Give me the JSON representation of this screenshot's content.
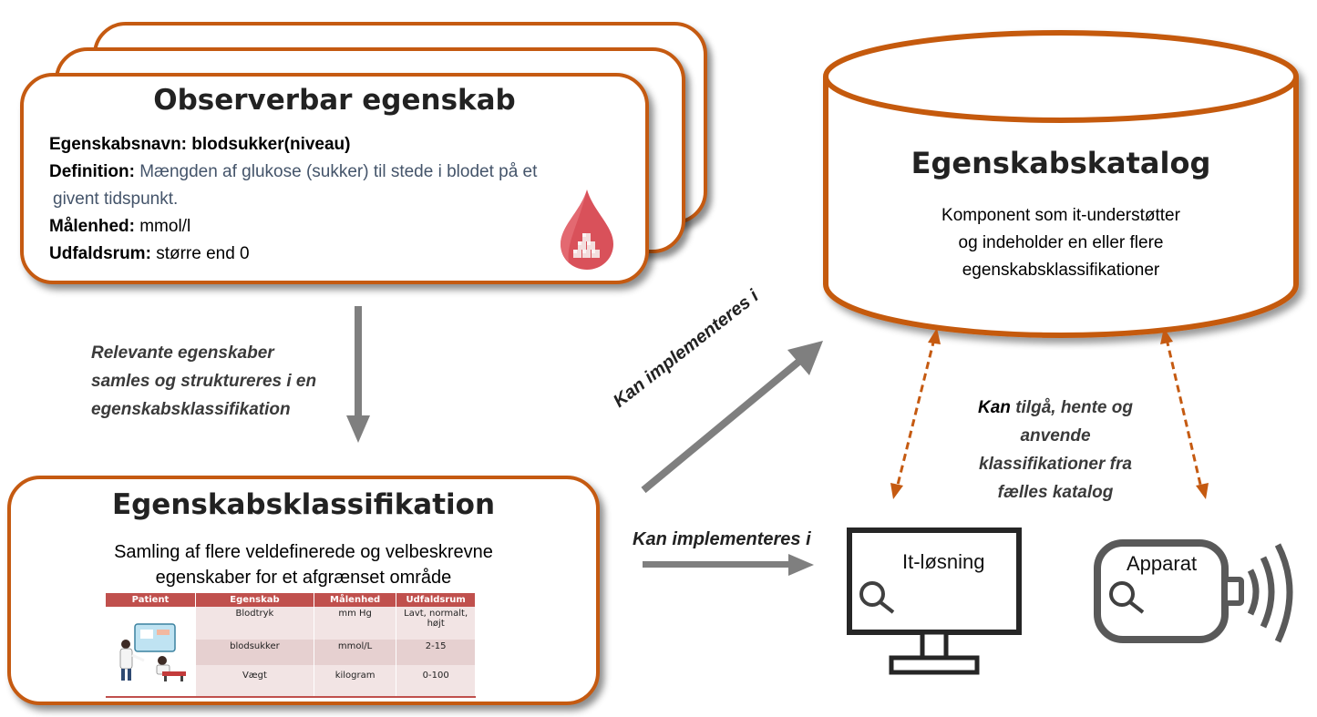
{
  "observable": {
    "title": "Observerbar egenskab",
    "name_label": "Egenskabsnavn: blodsukker(niveau)",
    "definition_label": "Definition:",
    "definition_text_1": "Mængden af glukose (sukker) til stede i blodet på et",
    "definition_text_2": "givent tidspunkt.",
    "unit_label": "Målenhed:",
    "unit_value": "mmol/l",
    "range_label": "Udfaldsrum:",
    "range_value": "større end 0"
  },
  "arrow_down_note": {
    "line1": "Relevante egenskaber",
    "line2": "samles og struktureres i en",
    "line3": "egenskabsklassifikation"
  },
  "classification": {
    "title": "Egenskabsklassifikation",
    "desc_line1": "Samling af flere veldefinerede og velbeskrevne",
    "desc_line2": "egenskaber for et afgrænset område",
    "table": {
      "headers": [
        "Patient",
        "Egenskab",
        "Målenhed",
        "Udfaldsrum"
      ],
      "rows": [
        {
          "egenskab": "Blodtryk",
          "maalenhed": "mm Hg",
          "udfaldsrum_1": "Lavt, normalt,",
          "udfaldsrum_2": "højt"
        },
        {
          "egenskab": "blodsukker",
          "maalenhed": "mmol/L",
          "udfaldsrum_1": "2-15",
          "udfaldsrum_2": ""
        },
        {
          "egenskab": "Vægt",
          "maalenhed": "kilogram",
          "udfaldsrum_1": "0-100",
          "udfaldsrum_2": ""
        }
      ]
    }
  },
  "catalog": {
    "title": "Egenskabskatalog",
    "line1": "Komponent som it-understøtter",
    "line2": "og indeholder en eller flere",
    "line3": "egenskabsklassifikationer"
  },
  "diagonal_label": {
    "bold": "Kan",
    "italic": " implementeres i"
  },
  "horizontal_label": {
    "bold": "Kan",
    "italic": " implementeres ",
    "bold_end": "i"
  },
  "access_note": {
    "line1_bold": "Kan",
    "line1_rest": " tilgå, hente og",
    "line2": "anvende",
    "line3": "klassifikationer fra",
    "line4": "fælles katalog"
  },
  "devices": {
    "it_solution": "It-løsning",
    "apparatus": "Apparat"
  },
  "colors": {
    "accent": "#c55a11",
    "arrow_gray": "#7f7f7f",
    "table_header": "#c0504d"
  }
}
